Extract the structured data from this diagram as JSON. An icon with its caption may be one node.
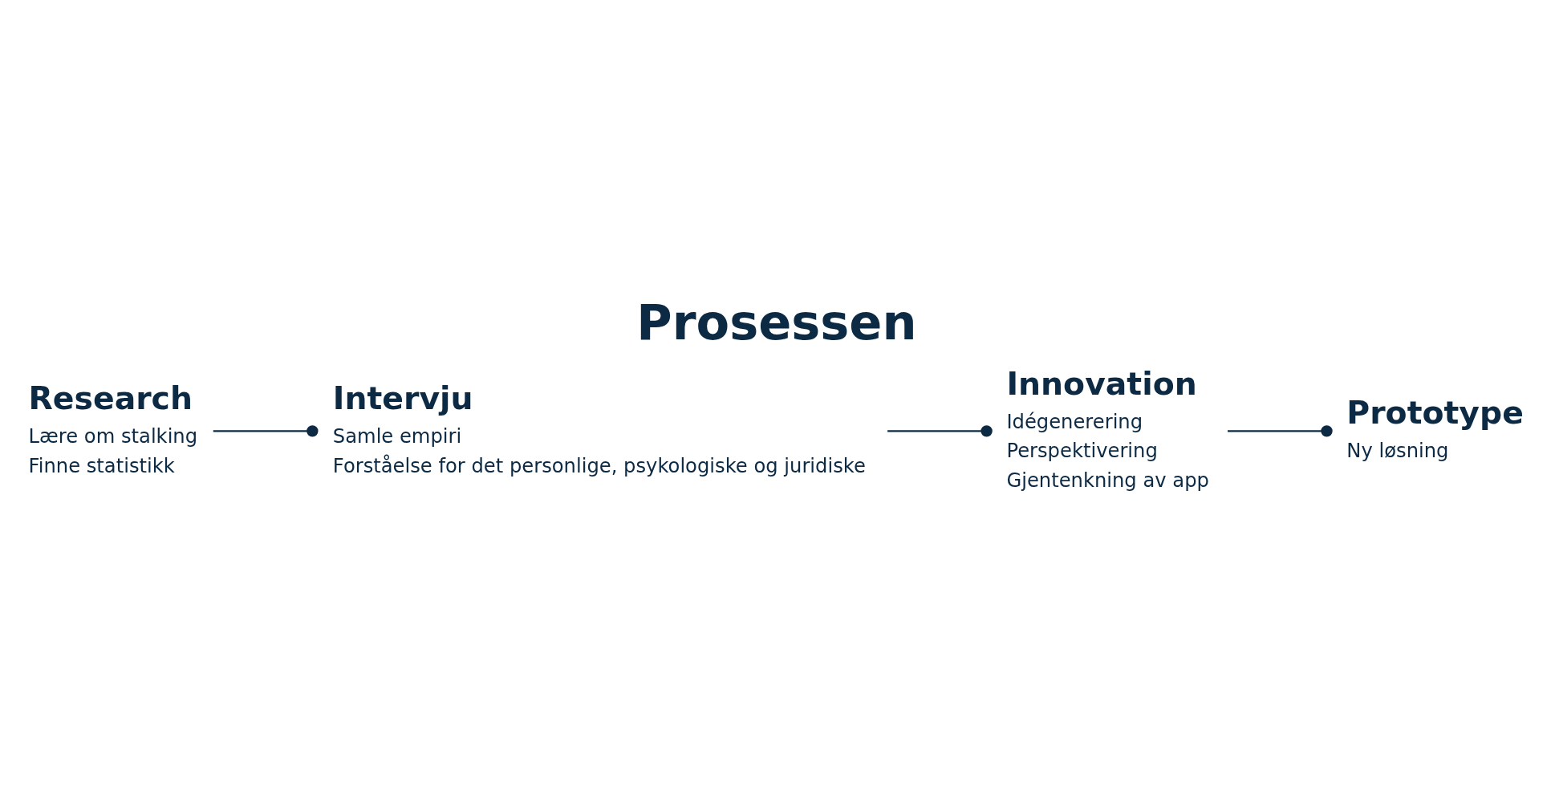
{
  "diagram": {
    "title": "Prosessen",
    "nodes": [
      {
        "text": [
          "Research",
          "Lære om stalking",
          "Finne statistikk"
        ]
      },
      {
        "text": [
          "Intervju",
          "Samle empiri",
          "Forståelse for det personlige, psykologiske og juridiske"
        ]
      },
      {
        "text": [
          "Innovation",
          "Idégenerering",
          "Perspektivering",
          "Gjentenkning av app"
        ]
      },
      {
        "text": [
          "Prototype",
          "Ny løsning"
        ]
      }
    ],
    "edges": [
      {
        "from": 0,
        "to": 1,
        "arrow": "other"
      },
      {
        "from": 1,
        "to": 2,
        "arrow": "other"
      },
      {
        "from": 2,
        "to": 3,
        "arrow": "other"
      }
    ]
  }
}
